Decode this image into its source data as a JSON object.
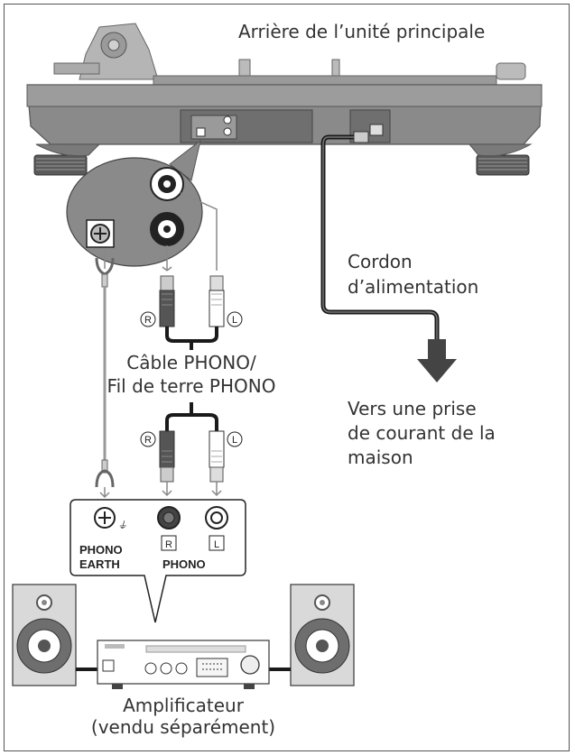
{
  "labels": {
    "rear_title": "Arrière de l’unité principale",
    "power_cord_1": "Cordon",
    "power_cord_2": "d’alimentation",
    "outlet_1": "Vers une prise",
    "outlet_2": "de  courant de la",
    "outlet_3": "maison",
    "phono_cable_1": "Câble PHONO/",
    "phono_cable_2": "Fil de terre PHONO",
    "right_mark": "R",
    "left_mark": "L",
    "phono_earth_1": "PHONO",
    "phono_earth_2": "EARTH",
    "phono": "PHONO",
    "amp_1": "Amplificateur",
    "amp_2": "(vendu séparément)"
  },
  "colors": {
    "turntable_body": "#8a8a8a",
    "cable": "#1a1a1a",
    "arrow": "#444444",
    "speaker_cone": "#6e6e6e"
  }
}
